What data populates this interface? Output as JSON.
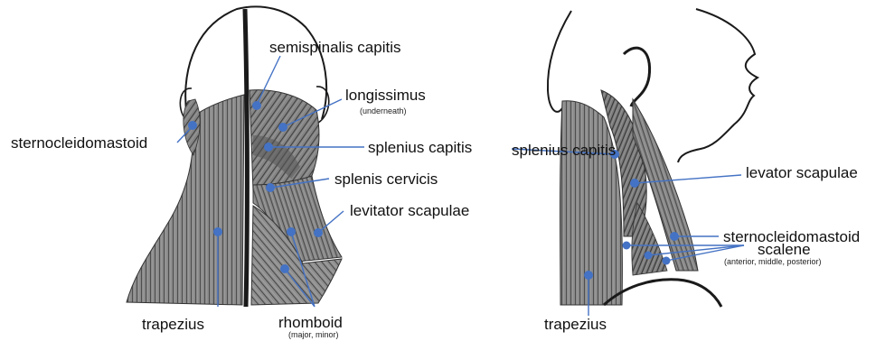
{
  "colors": {
    "leader": "#4472c4",
    "muscle": "#7d7d7d",
    "muscle_dark": "#4a4a4a",
    "outline": "#1a1a1a"
  },
  "posterior_view": {
    "labels": {
      "semispinalis_capitis": "semispinalis capitis",
      "longissimus": "longissimus",
      "longissimus_note": "(underneath)",
      "sternocleidomastoid": "sternocleidomastoid",
      "splenius_capitis": "splenius capitis",
      "splenis_cervicis": "splenis cervicis",
      "levitator_scapulae": "levitator scapulae",
      "trapezius": "trapezius",
      "rhomboid": "rhomboid",
      "rhomboid_note": "(major, minor)"
    }
  },
  "lateral_view": {
    "labels": {
      "splenius_capitis": "splenius capitis",
      "levator_scapulae": "levator scapulae",
      "sternocleidomastoid": "sternocleidomastoid",
      "scalene": "scalene",
      "scalene_note": "(anterior, middle, posterior)",
      "trapezius": "trapezius"
    }
  }
}
